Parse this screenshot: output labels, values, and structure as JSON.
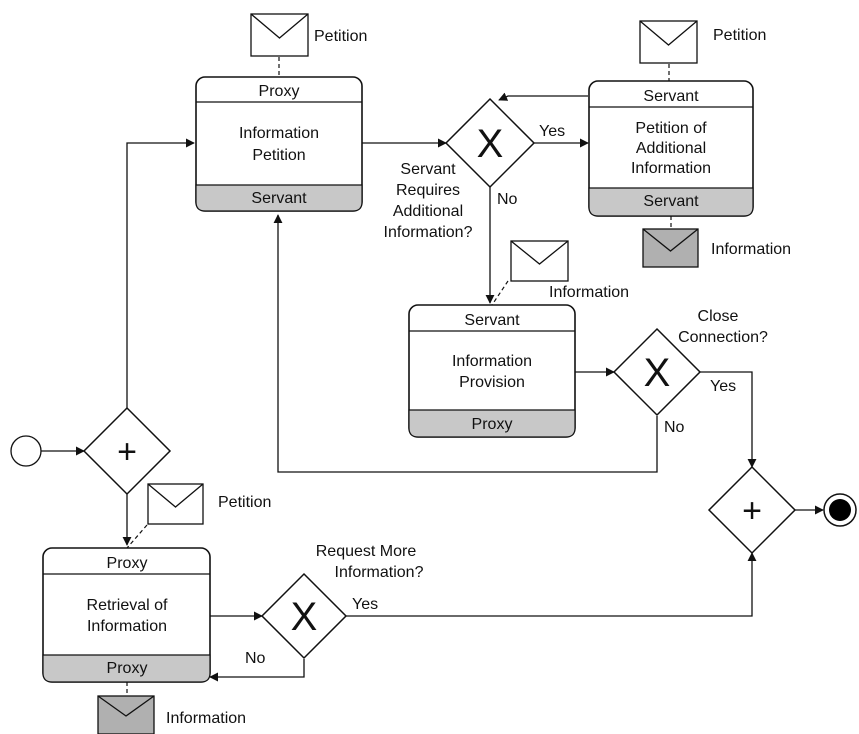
{
  "tasks": {
    "info_petition": {
      "top": "Proxy",
      "lines": [
        "Information",
        "Petition"
      ],
      "bottom": "Servant"
    },
    "petition_additional": {
      "top": "Servant",
      "lines": [
        "Petition of",
        "Additional",
        "Information"
      ],
      "bottom": "Servant"
    },
    "info_provision": {
      "top": "Servant",
      "lines": [
        "Information",
        "Provision"
      ],
      "bottom": "Proxy"
    },
    "retrieval": {
      "top": "Proxy",
      "lines": [
        "Retrieval of",
        "Information"
      ],
      "bottom": "Proxy"
    }
  },
  "gateways": {
    "requires_additional": {
      "symbol": "X",
      "question": [
        "Servant",
        "Requires",
        "Additional",
        "Information?"
      ],
      "yes": "Yes",
      "no": "No"
    },
    "close_connection": {
      "symbol": "X",
      "question": [
        "Close",
        "Connection?"
      ],
      "yes": "Yes",
      "no": "No"
    },
    "request_more": {
      "symbol": "X",
      "question": [
        "Request More",
        "Information?"
      ],
      "yes": "Yes",
      "no": "No"
    },
    "fork": {
      "symbol": "+"
    },
    "join": {
      "symbol": "+"
    }
  },
  "messages": {
    "petition_1": "Petition",
    "petition_2": "Petition",
    "petition_3": "Petition",
    "information_1": "Information",
    "information_2": "Information",
    "information_3": "Information"
  },
  "colors": {
    "band": "#c8c8c8",
    "message_filled": "#b0b0b0",
    "stroke": "#111111"
  }
}
